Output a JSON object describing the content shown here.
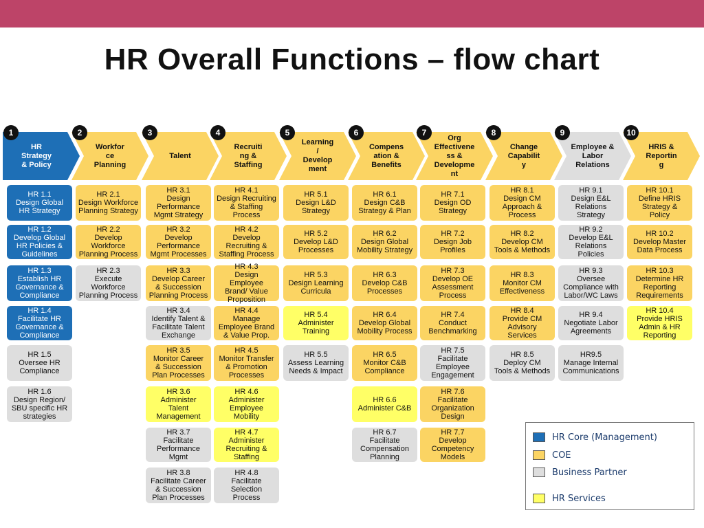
{
  "title": "HR Overall Functions – flow chart",
  "colors": {
    "hr_core": "#1e6fb6",
    "coe": "#fbd463",
    "business_partner": "#dedede",
    "hr_services": "#ffff66"
  },
  "columns": [
    {
      "number": "1",
      "header": "HR\nStrategy\n& Policy",
      "items": [
        {
          "text": "HR 1.1\nDesign Global\nHR Strategy",
          "type": "core"
        },
        {
          "text": "HR 1.2\nDevelop Global\nHR Policies &\nGuidelines",
          "type": "core"
        },
        {
          "text": "HR 1.3\nEstablish HR\nGovernance &\nCompliance",
          "type": "core"
        },
        {
          "text": "HR 1.4\nFacilitate HR\nGovernance &\nCompliance",
          "type": "core"
        },
        {
          "text": "HR 1.5\nOversee HR\nCompliance",
          "type": "bp"
        },
        {
          "text": "HR 1.6\nDesign Region/\nSBU specific HR\nstrategies",
          "type": "bp"
        }
      ]
    },
    {
      "number": "2",
      "header": "Workfor\nce\nPlanning",
      "items": [
        {
          "text": "HR 2.1\nDesign Workforce\nPlanning Strategy",
          "type": "coe"
        },
        {
          "text": "HR 2.2\nDevelop\nWorkforce\nPlanning Process",
          "type": "coe"
        },
        {
          "text": "HR 2.3\nExecute\nWorkforce\nPlanning Process",
          "type": "bp"
        }
      ]
    },
    {
      "number": "3",
      "header": "Talent",
      "items": [
        {
          "text": "HR 3.1\nDesign\nPerformance\nMgmt Strategy",
          "type": "coe"
        },
        {
          "text": "HR 3.2\nDevelop\nPerformance\nMgmt Processes",
          "type": "coe"
        },
        {
          "text": "HR 3.3\nDevelop Career\n& Succession\nPlanning Process",
          "type": "coe"
        },
        {
          "text": "HR 3.4\nIdentify Talent &\nFacilitate Talent\nExchange",
          "type": "bp"
        },
        {
          "text": "HR 3.5\nMonitor Career\n& Succession\nPlan Processes",
          "type": "coe"
        },
        {
          "text": "HR 3.6\nAdminister\nTalent\nManagement",
          "type": "svc"
        },
        {
          "text": "HR 3.7\nFacilitate\nPerformance\nMgmt",
          "type": "bp"
        },
        {
          "text": "HR 3.8\nFacilitate Career\n& Succession\nPlan Processes",
          "type": "bp"
        }
      ]
    },
    {
      "number": "4",
      "header": "Recruiti\nng &\nStaffing",
      "items": [
        {
          "text": "HR 4.1\nDesign Recruiting\n& Staffing\nProcess",
          "type": "coe"
        },
        {
          "text": "HR 4.2\nDevelop\nRecruiting &\nStaffing Process",
          "type": "coe"
        },
        {
          "text": "HR 4.3\nDesign\nEmployee\nBrand/ Value\nProposition",
          "type": "coe"
        },
        {
          "text": "HR 4.4\nManage\nEmployee Brand\n& Value Prop.",
          "type": "coe"
        },
        {
          "text": "HR 4.5\nMonitor Transfer\n& Promotion\nProcesses",
          "type": "coe"
        },
        {
          "text": "HR 4.6\nAdminister\nEmployee\nMobility",
          "type": "svc"
        },
        {
          "text": "HR 4.7\nAdminister\nRecruiting &\nStaffing",
          "type": "svc"
        },
        {
          "text": "HR 4.8\nFacilitate\nSelection\nProcess",
          "type": "bp"
        }
      ]
    },
    {
      "number": "5",
      "header": "Learning\n/\nDevelop\nment",
      "items": [
        {
          "text": "HR 5.1\nDesign L&D\nStrategy",
          "type": "coe"
        },
        {
          "text": "HR 5.2\nDevelop L&D\nProcesses",
          "type": "coe"
        },
        {
          "text": "HR 5.3\nDesign Learning\nCurricula",
          "type": "coe"
        },
        {
          "text": "HR 5.4\nAdminister\nTraining",
          "type": "svc"
        },
        {
          "text": "HR 5.5\nAssess Learning\nNeeds & Impact",
          "type": "bp"
        }
      ]
    },
    {
      "number": "6",
      "header": "Compens\nation &\nBenefits",
      "items": [
        {
          "text": "HR 6.1\nDesign C&B\nStrategy & Plan",
          "type": "coe"
        },
        {
          "text": "HR 6.2\nDesign Global\nMobility Strategy",
          "type": "coe"
        },
        {
          "text": "HR 6.3\nDevelop C&B\nProcesses",
          "type": "coe"
        },
        {
          "text": "HR 6.4\nDevelop Global\nMobility Process",
          "type": "coe"
        },
        {
          "text": "HR 6.5\nMonitor C&B\nCompliance",
          "type": "coe"
        },
        {
          "text": "HR 6.6\nAdminister C&B",
          "type": "svc"
        },
        {
          "text": "HR 6.7\nFacilitate\nCompensation\nPlanning",
          "type": "bp"
        }
      ]
    },
    {
      "number": "7",
      "header": "Org\nEffectivene\nss &\nDevelopme\nnt",
      "items": [
        {
          "text": "HR 7.1\nDesign OD\nStrategy",
          "type": "coe"
        },
        {
          "text": "HR 7.2\nDesign Job\nProfiles",
          "type": "coe"
        },
        {
          "text": "HR 7.3\nDevelop OE\nAssessment\nProcess",
          "type": "coe"
        },
        {
          "text": "HR 7.4\nConduct\nBenchmarking",
          "type": "coe"
        },
        {
          "text": "HR 7.5\nFacilitate\nEmployee\nEngagement",
          "type": "bp"
        },
        {
          "text": "HR 7.6\nFacilitate\nOrganization\nDesign",
          "type": "coe"
        },
        {
          "text": "HR 7.7\nDevelop\nCompetency\nModels",
          "type": "coe"
        }
      ]
    },
    {
      "number": "8",
      "header": "Change\nCapabilit\ny",
      "items": [
        {
          "text": "HR 8.1\nDesign CM\nApproach &\nProcess",
          "type": "coe"
        },
        {
          "text": "HR 8.2\nDevelop CM\nTools & Methods",
          "type": "coe"
        },
        {
          "text": "HR 8.3\nMonitor CM\nEffectiveness",
          "type": "coe"
        },
        {
          "text": "HR 8.4\nProvide CM\nAdvisory\nServices",
          "type": "coe"
        },
        {
          "text": "HR 8.5\nDeploy CM\nTools & Methods",
          "type": "bp"
        }
      ]
    },
    {
      "number": "9",
      "header": "Employee &\nLabor\nRelations",
      "items": [
        {
          "text": "HR 9.1\nDesign E&L\nRelations\nStrategy",
          "type": "bp"
        },
        {
          "text": "HR 9.2\nDevelop E&L\nRelations\nPolicies",
          "type": "bp"
        },
        {
          "text": "HR 9.3\nOversee\nCompliance with\nLabor/WC Laws",
          "type": "bp"
        },
        {
          "text": "HR 9.4\nNegotiate Labor\nAgreements",
          "type": "bp"
        },
        {
          "text": "HR9.5\nManage Internal\nCommunications",
          "type": "bp"
        }
      ]
    },
    {
      "number": "10",
      "header": "HRIS &\nReportin\ng",
      "items": [
        {
          "text": "HR 10.1\nDefine HRIS\nStrategy &\nPolicy",
          "type": "coe"
        },
        {
          "text": "HR 10.2\nDevelop Master\nData Process",
          "type": "coe"
        },
        {
          "text": "HR 10.3\nDetermine HR\nReporting\nRequirements",
          "type": "coe"
        },
        {
          "text": "HR 10.4\nProvide HRIS\nAdmin & HR\nReporting",
          "type": "svc"
        }
      ]
    }
  ],
  "legend": [
    {
      "label": "HR Core (Management)",
      "type": "core"
    },
    {
      "label": "COE",
      "type": "coe"
    },
    {
      "label": "Business Partner",
      "type": "bp"
    },
    {
      "label": "HR Services",
      "type": "svc"
    }
  ]
}
